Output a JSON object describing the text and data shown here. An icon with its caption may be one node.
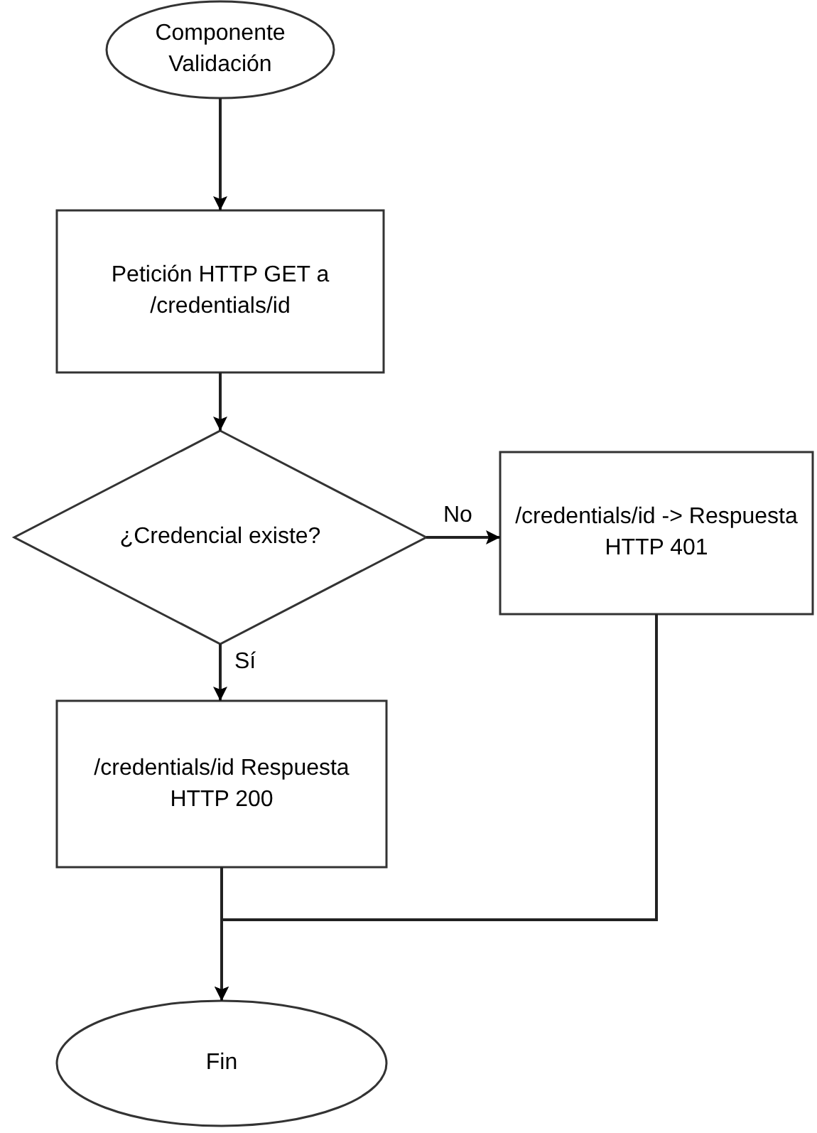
{
  "diagram": {
    "nodes": [
      {
        "text": [
          "Componente Validación"
        ]
      },
      {
        "text": [
          "Petición HTTP GET a /credentials/id"
        ]
      },
      {
        "text": [
          "¿Credencial existe?"
        ]
      },
      {
        "text": [
          "/credentials/id -> Respuesta HTTP 401"
        ]
      },
      {
        "text": [
          "/credentials/id Respuesta HTTP 200"
        ]
      },
      {
        "text": [
          "Fin"
        ]
      }
    ],
    "edges": [
      {
        "from": 0,
        "to": 1,
        "arrow": "to"
      },
      {
        "from": 1,
        "to": 2,
        "arrow": "to"
      },
      {
        "from": 2,
        "to": 3,
        "arrow": "to",
        "label": "No"
      },
      {
        "from": 2,
        "to": 4,
        "arrow": "to",
        "label": "Sí"
      },
      {
        "from": 4,
        "to": 5,
        "arrow": "to"
      },
      {
        "from": 3,
        "to": 5,
        "arrow": "to"
      }
    ]
  }
}
